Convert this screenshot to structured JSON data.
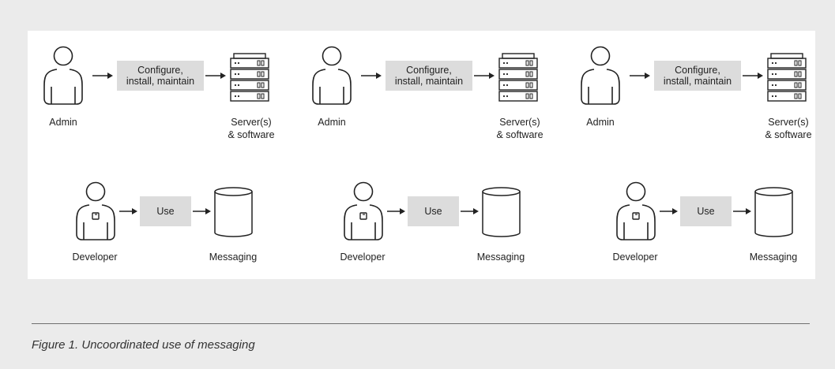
{
  "groups": [
    {
      "admin": {
        "role": "Admin",
        "action": [
          "Configure,",
          "install, maintain"
        ],
        "target": [
          "Server(s)",
          "& software"
        ]
      },
      "developer": {
        "role": "Developer",
        "action": "Use",
        "target": "Messaging"
      }
    },
    {
      "admin": {
        "role": "Admin",
        "action": [
          "Configure,",
          "install, maintain"
        ],
        "target": [
          "Server(s)",
          "& software"
        ]
      },
      "developer": {
        "role": "Developer",
        "action": "Use",
        "target": "Messaging"
      }
    },
    {
      "admin": {
        "role": "Admin",
        "action": [
          "Configure,",
          "install, maintain"
        ],
        "target": [
          "Server(s)",
          "& software"
        ]
      },
      "developer": {
        "role": "Developer",
        "action": "Use",
        "target": "Messaging"
      }
    }
  ],
  "caption": "Figure 1. Uncoordinated use of messaging",
  "colors": {
    "page_background": "#ebebeb",
    "panel_background": "#ffffff",
    "action_box": "#dcdcdc",
    "line": "#222222",
    "rule": "#6f6f6f"
  }
}
